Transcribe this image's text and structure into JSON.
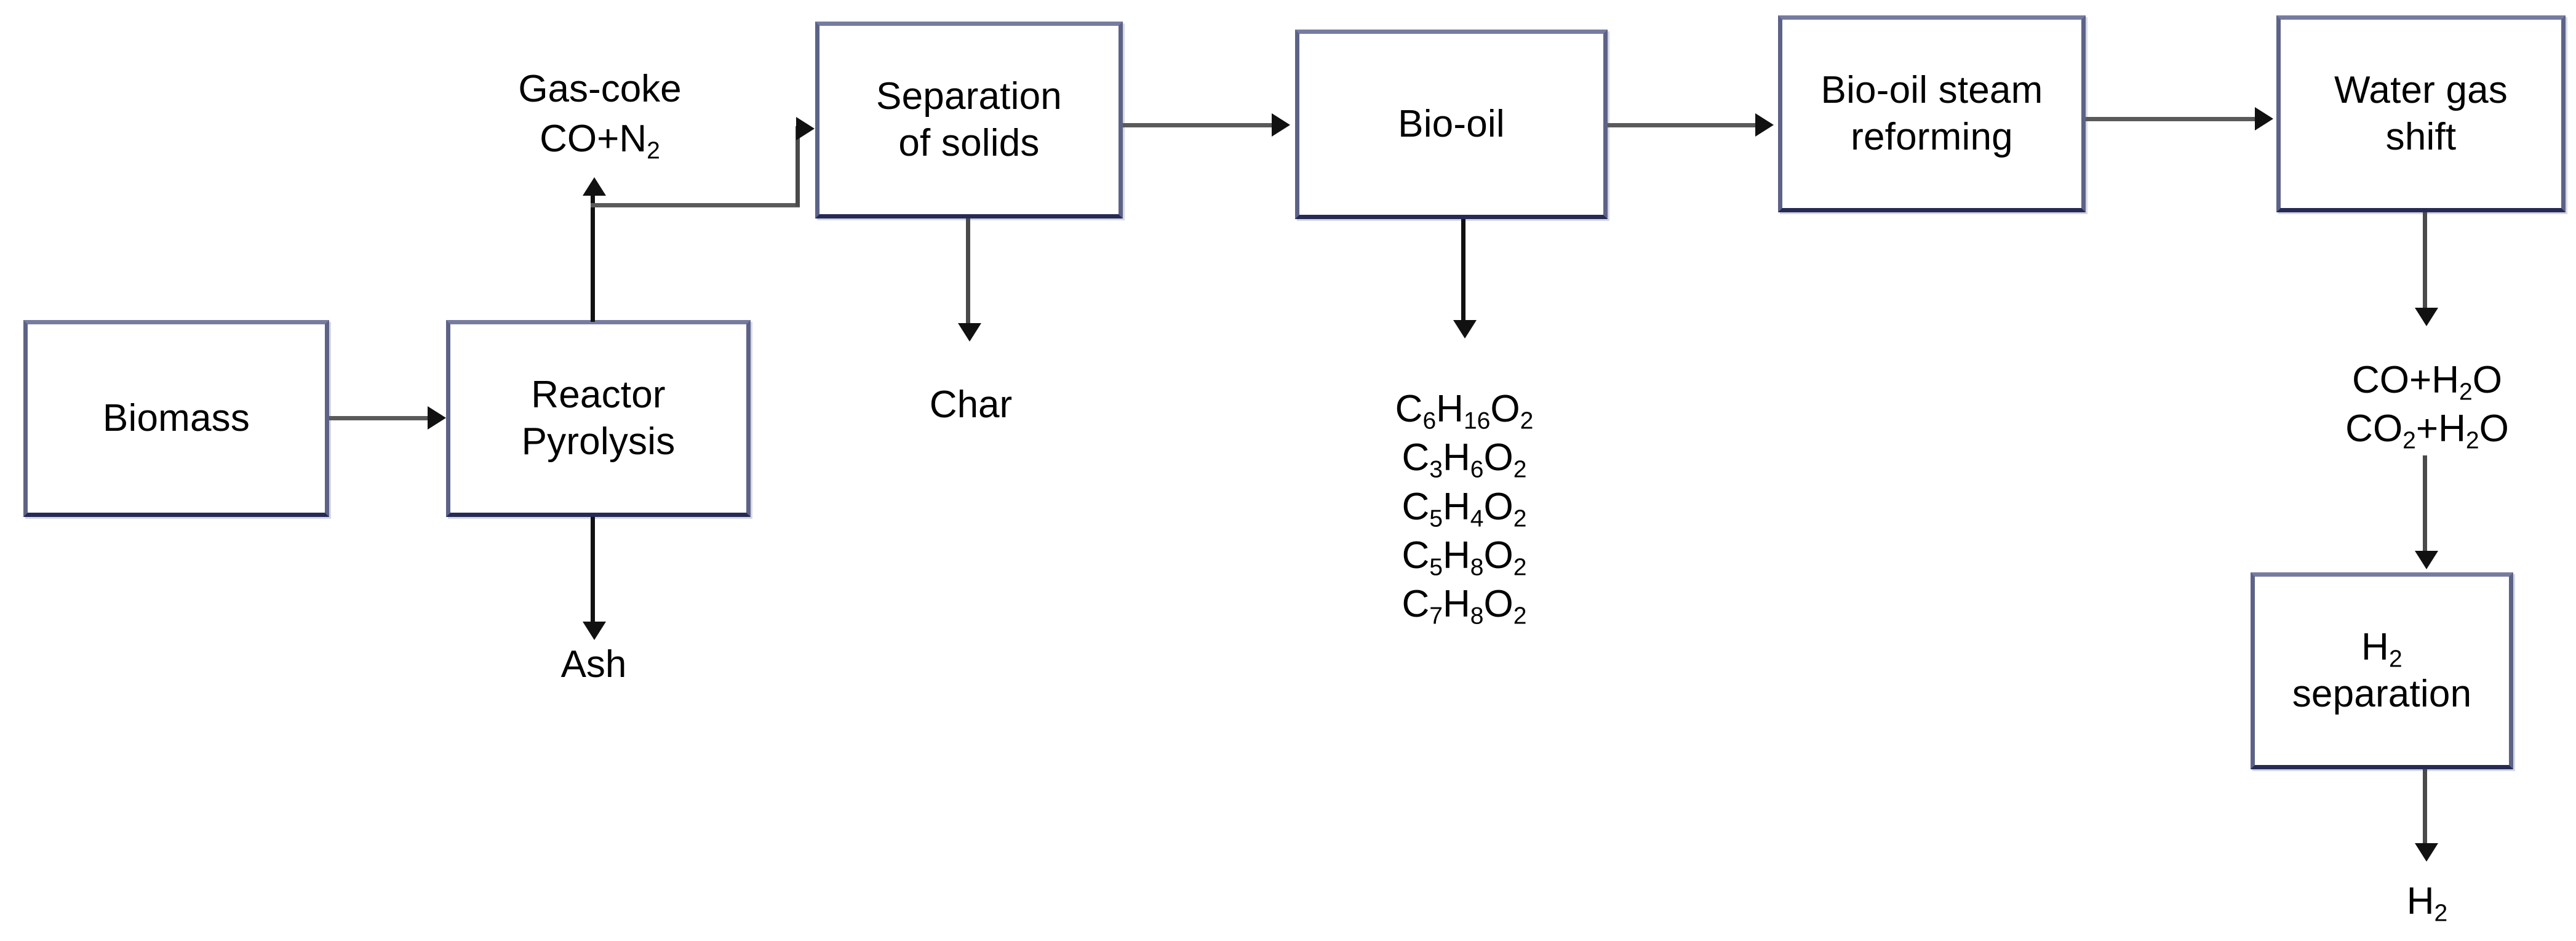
{
  "diagram": {
    "title": "Biomass pyrolysis to hydrogen process flow diagram",
    "type": "process-flow",
    "colors": {
      "box_border": "#5d6387",
      "box_border_top": "#767ca0",
      "box_border_bottom": "#262b55",
      "box_fill": "#ffffff",
      "connector": "#4a4a4a",
      "arrowhead": "#111111",
      "text": "#000000",
      "background": "#ffffff"
    },
    "nodes": [
      {
        "id": "biomass",
        "lines": [
          "Biomass"
        ]
      },
      {
        "id": "reactor",
        "lines": [
          "Reactor",
          "Pyrolysis"
        ]
      },
      {
        "id": "separation",
        "lines": [
          "Separation",
          "of solids"
        ]
      },
      {
        "id": "biooil",
        "lines": [
          "Bio-oil"
        ]
      },
      {
        "id": "reforming",
        "lines": [
          "Bio-oil steam",
          "reforming"
        ]
      },
      {
        "id": "wgs",
        "lines": [
          "Water gas",
          "shift"
        ]
      },
      {
        "id": "h2sep",
        "lines": [
          "H2",
          "separation"
        ]
      }
    ],
    "labels": {
      "gas_coke_line1": "Gas-coke",
      "gas_coke_line2": "CO+N2",
      "char": "Char",
      "ash": "Ash",
      "h2_product": "H2"
    },
    "biooil_products": [
      "C6H16O2",
      "C3H6O2",
      "C5H4O2",
      "C5H8O2",
      "C7H8O2"
    ],
    "wgs_products": [
      "CO+H2O",
      "CO2+H2O"
    ],
    "edges": [
      {
        "from": "biomass",
        "to": "reactor",
        "direction": "right"
      },
      {
        "from": "reactor",
        "to": "gas-coke",
        "direction": "up"
      },
      {
        "from": "reactor",
        "to": "separation",
        "direction": "right"
      },
      {
        "from": "reactor",
        "to": "ash",
        "direction": "down"
      },
      {
        "from": "separation",
        "to": "biooil",
        "direction": "right"
      },
      {
        "from": "separation",
        "to": "char",
        "direction": "down"
      },
      {
        "from": "biooil",
        "to": "reforming",
        "direction": "right"
      },
      {
        "from": "biooil",
        "to": "products",
        "direction": "down"
      },
      {
        "from": "reforming",
        "to": "wgs",
        "direction": "right"
      },
      {
        "from": "wgs",
        "to": "wgs-products",
        "direction": "down"
      },
      {
        "from": "wgs-products",
        "to": "h2sep",
        "direction": "down"
      },
      {
        "from": "h2sep",
        "to": "h2-product",
        "direction": "down"
      }
    ]
  }
}
